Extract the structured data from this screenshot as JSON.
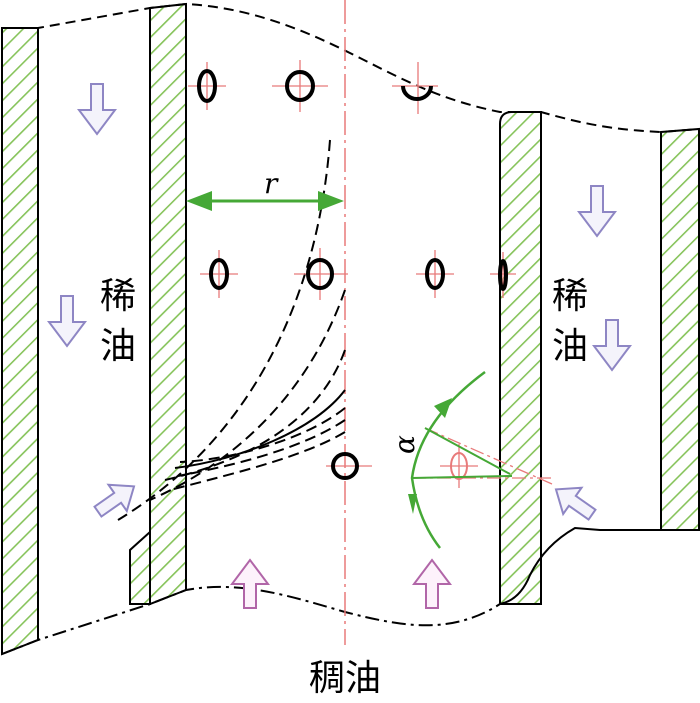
{
  "labels": {
    "thin_oil": "稀油",
    "thick_oil": "稠油",
    "radius": "r",
    "angle": "α"
  },
  "colors": {
    "hatch": "#86c35a",
    "dimension": "#45a836",
    "centerline": "#e87a7a",
    "arrow_thin_outline": "#8e86c4",
    "arrow_thin_fill": "#f4f3fb",
    "arrow_thick_outline": "#b166a8",
    "arrow_thick_fill": "#fdf2fb",
    "line": "#000000"
  }
}
